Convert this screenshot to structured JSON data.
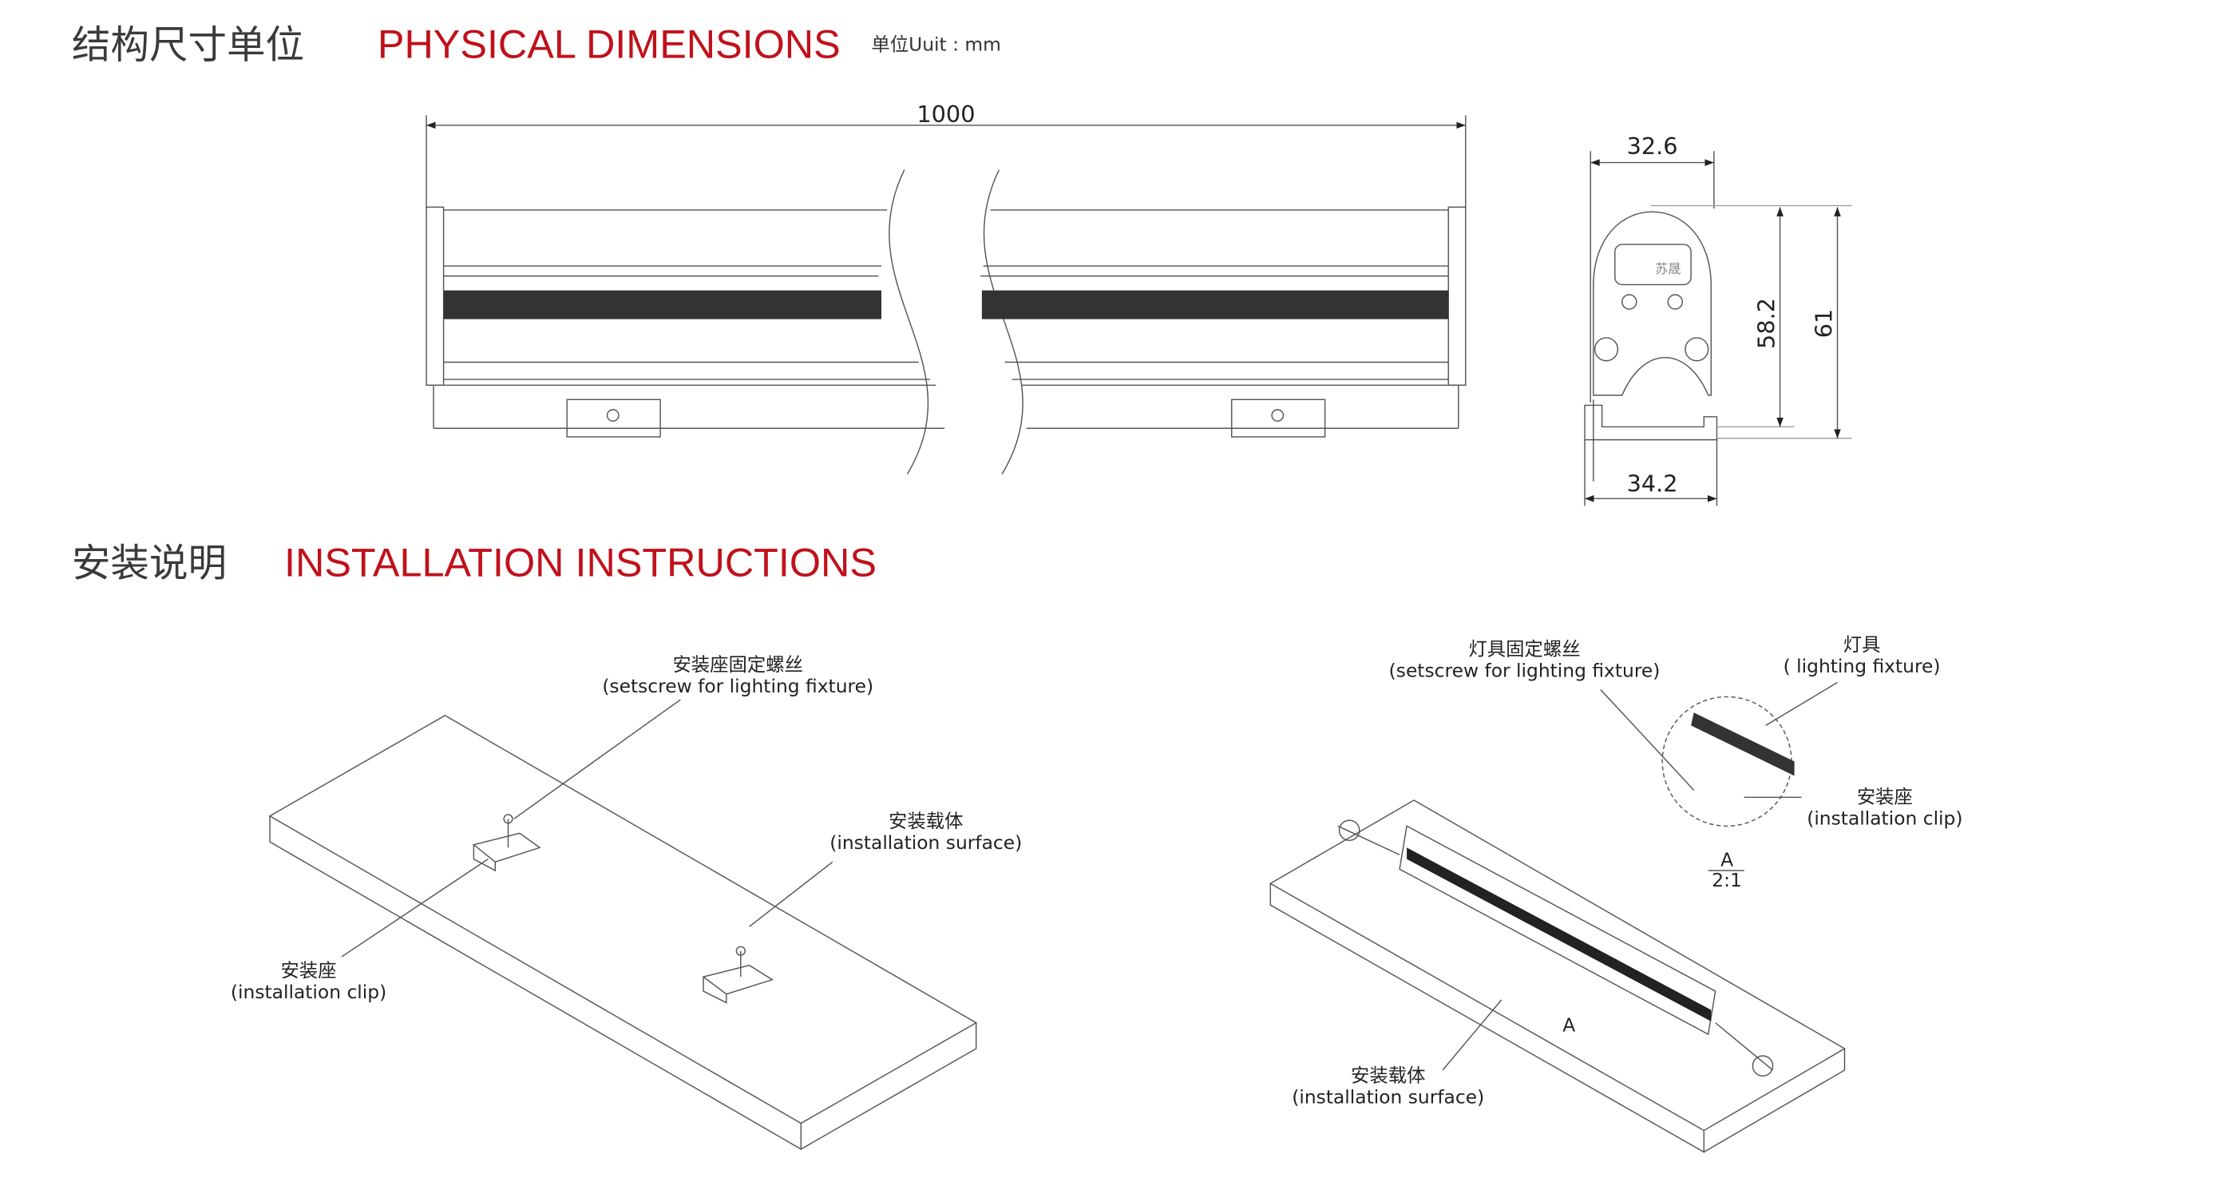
{
  "physical": {
    "title_zh": "结构尺寸单位",
    "title_en": "PHYSICAL DIMENSIONS",
    "unit": "单位Uuit : mm"
  },
  "dimensions": {
    "length": "1000",
    "top_width": "32.6",
    "bottom_width": "34.2",
    "inner_height": "58.2",
    "total_height": "61"
  },
  "logo": {
    "text": "苏晟"
  },
  "installation": {
    "title_zh": "安装说明",
    "title_en": "INSTALLATION INSTRUCTIONS",
    "left": {
      "setscrew_zh": "安装座固定螺丝",
      "setscrew_en": "(setscrew for lighting fixture)",
      "surface_zh": "安装载体",
      "surface_en": "(installation surface)",
      "clip_zh": "安装座",
      "clip_en": "(installation clip)"
    },
    "right": {
      "setscrew_zh": "灯具固定螺丝",
      "setscrew_en": "(setscrew for lighting fixture)",
      "fixture_zh": "灯具",
      "fixture_en": "( lighting fixture)",
      "clip_zh": "安装座",
      "clip_en": "(installation clip)",
      "surface_zh": "安装载体",
      "surface_en": "(installation surface)",
      "detail_label": "A",
      "detail_scale": "2:1",
      "marker": "A"
    }
  }
}
